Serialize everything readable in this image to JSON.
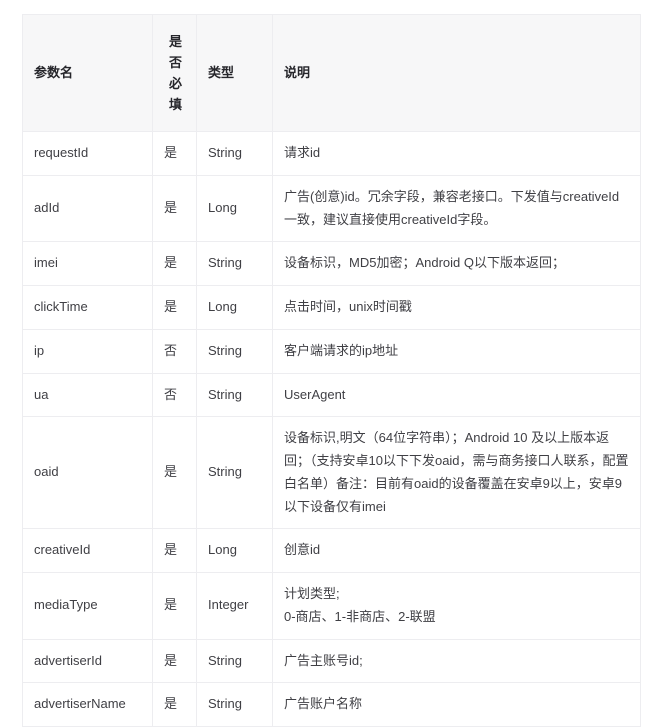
{
  "table": {
    "name": "interface-parameter-table",
    "headers": [
      {
        "key": "name",
        "label": "参数名"
      },
      {
        "key": "required",
        "label": "是否必填"
      },
      {
        "key": "type",
        "label": "类型"
      },
      {
        "key": "desc",
        "label": "说明"
      }
    ],
    "rows": [
      {
        "name": "requestId",
        "required": "是",
        "type": "String",
        "desc_lines": [
          "请求id"
        ]
      },
      {
        "name": "adId",
        "required": "是",
        "type": "Long",
        "desc_lines": [
          "广告(创意)id。冗余字段，兼容老接口。下发值与creativeId一致，建议直接使用creativeId字段。"
        ]
      },
      {
        "name": "imei",
        "required": "是",
        "type": "String",
        "desc_lines": [
          "设备标识，MD5加密；Android Q以下版本返回；"
        ]
      },
      {
        "name": "clickTime",
        "required": "是",
        "type": "Long",
        "desc_lines": [
          "点击时间，unix时间戳"
        ]
      },
      {
        "name": "ip",
        "required": "否",
        "type": "String",
        "desc_lines": [
          "客户端请求的ip地址"
        ]
      },
      {
        "name": "ua",
        "required": "否",
        "type": "String",
        "desc_lines": [
          "UserAgent"
        ]
      },
      {
        "name": "oaid",
        "required": "是",
        "type": "String",
        "desc_lines": [
          "设备标识,明文（64位字符串）；Android 10 及以上版本返回；（支持安卓10以下下发oaid，需与商务接口人联系，配置白名单）备注：目前有oaid的设备覆盖在安卓9以上，安卓9以下设备仅有imei"
        ]
      },
      {
        "name": "creativeId",
        "required": "是",
        "type": "Long",
        "desc_lines": [
          "创意id"
        ]
      },
      {
        "name": "mediaType",
        "required": "是",
        "type": "Integer",
        "desc_lines": [
          "计划类型;",
          "0-商店、1-非商店、2-联盟"
        ]
      },
      {
        "name": "advertiserId",
        "required": "是",
        "type": "String",
        "desc_lines": [
          "广告主账号id;"
        ]
      },
      {
        "name": "advertiserName",
        "required": "是",
        "type": "String",
        "desc_lines": [
          "广告账户名称"
        ]
      }
    ]
  },
  "colors": {
    "border": "#ededf0",
    "header_background": "#f7f7f8",
    "text": "#3f3f44",
    "header_text": "#26262b",
    "page_background": "#ffffff"
  }
}
